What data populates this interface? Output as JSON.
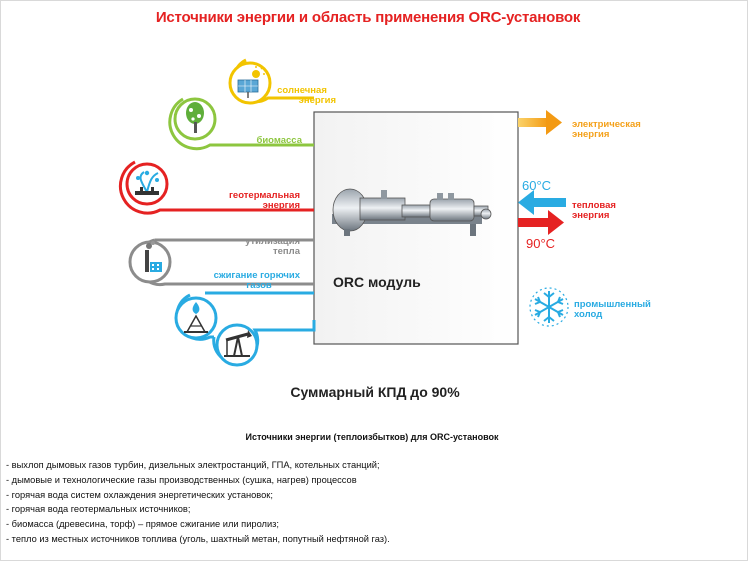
{
  "title": "Источники энергии и область применения  ORC-установок",
  "inputs": {
    "solar": {
      "line1": "солнечная",
      "line2": "энергия",
      "icon": "solar-panel-icon",
      "color": "#f2c400"
    },
    "biomass": {
      "line1": "биомасса",
      "icon": "tree-icon",
      "color": "#8dc63f"
    },
    "geothermal": {
      "line1": "геотермальная",
      "line2": "энергия",
      "icon": "geyser-icon",
      "color": "#e52222"
    },
    "heat_recovery": {
      "line1": "утилизация",
      "line2": "тепла",
      "icon": "factory-icon",
      "color": "#8c8c8c"
    },
    "fuel_gas": {
      "line1": "сжигание горючих",
      "line2": "газов",
      "icon": "gas-flare-icon",
      "color": "#29abe2"
    },
    "oil_pump": {
      "icon": "oil-pump-icon",
      "color": "#29abe2"
    }
  },
  "module": {
    "label": "ORC модуль",
    "icon": "turbine-generator-icon"
  },
  "outputs": {
    "electric": {
      "line1": "электрическая",
      "line2": "энергия",
      "color": "#f4a11b"
    },
    "heat": {
      "line1": "тепловая",
      "line2": "энергия",
      "temp_in": "60°C",
      "temp_out": "90°C",
      "color_in": "#29abe2",
      "color_out": "#e52222"
    },
    "cold": {
      "line1": "промышленный",
      "line2": "холод",
      "icon": "snowflake-icon",
      "color": "#29abe2"
    }
  },
  "efficiency": "Суммарный КПД до 90%",
  "subtitle": "Источники энергии (теплоизбытков) для ORC-установок",
  "sources": [
    "- выхлоп дымовых газов турбин, дизельных электростанций, ГПА, котельных станций;",
    "- дымовые и технологические газы производственных (сушка, нагрев) процессов",
    "- горячая вода систем охлаждения энергетических  установок;",
    "- горячая вода геотермальных  источников;",
    "- биомасса (древесина, торф) – прямое сжигание или пиролиз;",
    "- тепло из местных источников топлива (уголь, шахтный метан, попутный нефтяной газ)."
  ]
}
